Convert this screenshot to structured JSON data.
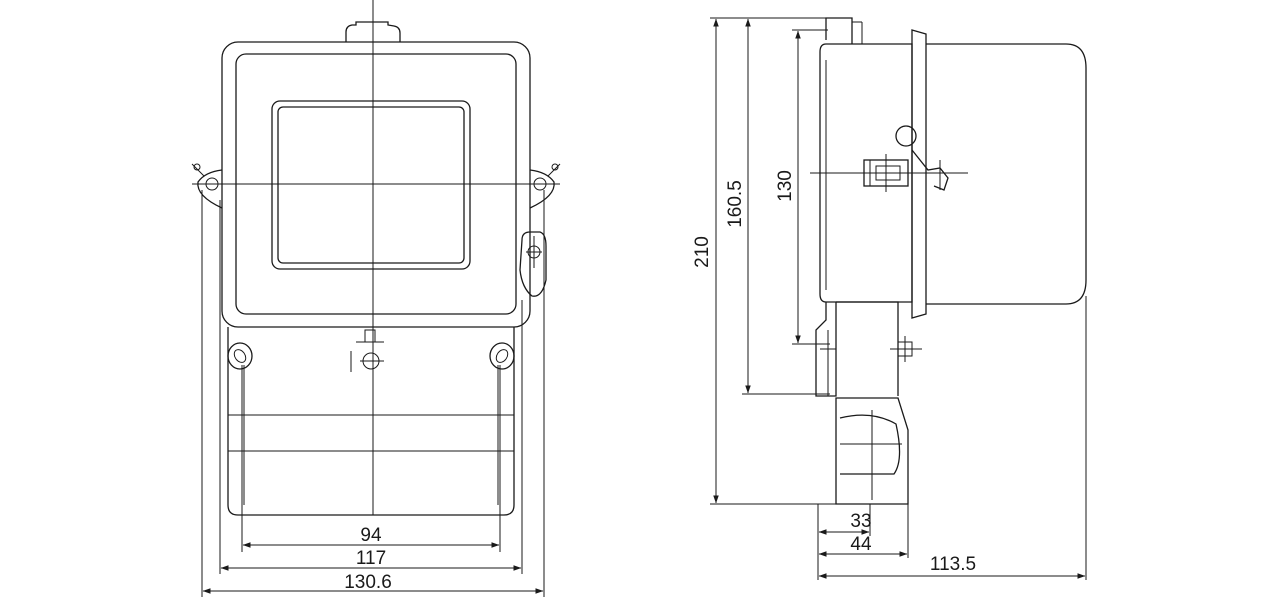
{
  "front_view": {
    "dimensions": {
      "inner_width": "94",
      "mid_width": "117",
      "overall_width": "130.6"
    }
  },
  "side_view": {
    "dimensions": {
      "overall_height": "210",
      "body_height": "160.5",
      "window_height": "130",
      "terminal_depth": "33",
      "terminal_depth_outer": "44",
      "overall_depth": "113.5"
    }
  },
  "colors": {
    "line": "#1a1a1a",
    "background": "#ffffff"
  }
}
